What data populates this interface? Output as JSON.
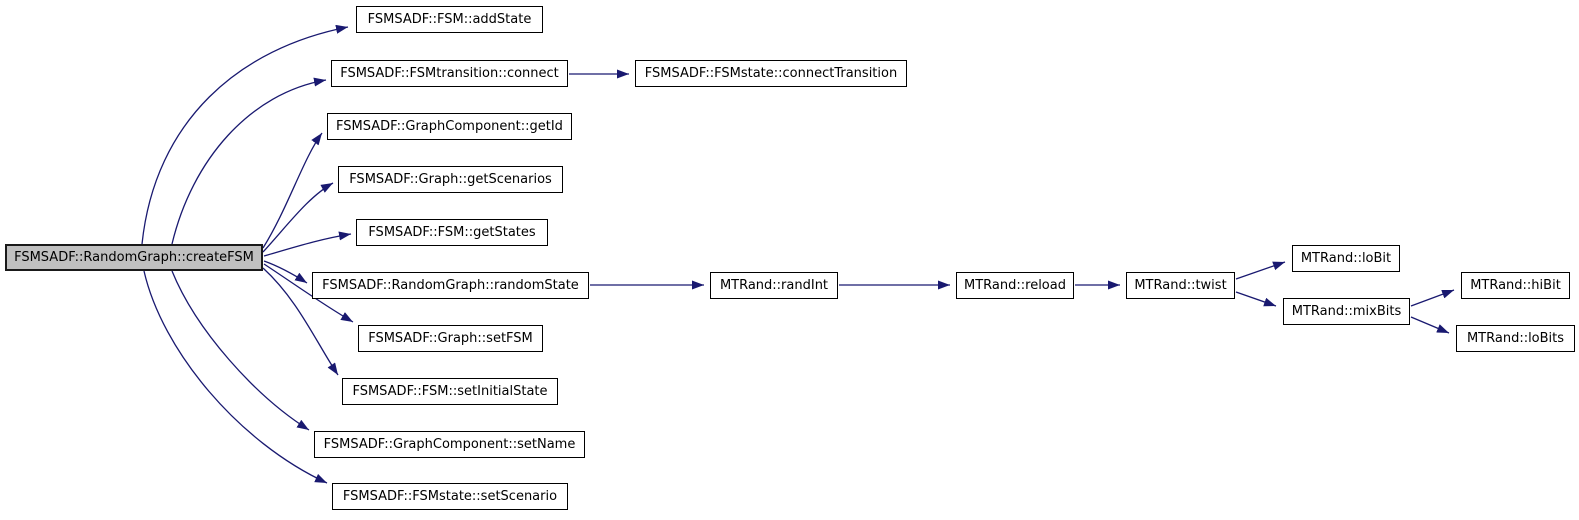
{
  "diagram": {
    "type": "call-graph",
    "colors": {
      "background": "#ffffff",
      "edge": "#191970",
      "node_border": "#000000",
      "node_fill": "#ffffff",
      "focus_node_fill": "#c0c0c0",
      "text": "#000000"
    },
    "nodes": {
      "createFSM": {
        "label": "FSMSADF::RandomGraph::createFSM",
        "focused": true
      },
      "addState": {
        "label": "FSMSADF::FSM::addState"
      },
      "connect": {
        "label": "FSMSADF::FSMtransition::connect"
      },
      "connectTransition": {
        "label": "FSMSADF::FSMstate::connectTransition"
      },
      "getId": {
        "label": "FSMSADF::GraphComponent::getId"
      },
      "getScenarios": {
        "label": "FSMSADF::Graph::getScenarios"
      },
      "getStates": {
        "label": "FSMSADF::FSM::getStates"
      },
      "randomState": {
        "label": "FSMSADF::RandomGraph::randomState"
      },
      "setFSM": {
        "label": "FSMSADF::Graph::setFSM"
      },
      "setInitialState": {
        "label": "FSMSADF::FSM::setInitialState"
      },
      "setName": {
        "label": "FSMSADF::GraphComponent::setName"
      },
      "setScenario": {
        "label": "FSMSADF::FSMstate::setScenario"
      },
      "randInt": {
        "label": "MTRand::randInt"
      },
      "reload": {
        "label": "MTRand::reload"
      },
      "twist": {
        "label": "MTRand::twist"
      },
      "loBit": {
        "label": "MTRand::loBit"
      },
      "mixBits": {
        "label": "MTRand::mixBits"
      },
      "hiBit": {
        "label": "MTRand::hiBit"
      },
      "loBits": {
        "label": "MTRand::loBits"
      }
    },
    "edges": [
      {
        "from": "createFSM",
        "to": "addState"
      },
      {
        "from": "createFSM",
        "to": "connect"
      },
      {
        "from": "createFSM",
        "to": "getId"
      },
      {
        "from": "createFSM",
        "to": "getScenarios"
      },
      {
        "from": "createFSM",
        "to": "getStates"
      },
      {
        "from": "createFSM",
        "to": "randomState"
      },
      {
        "from": "createFSM",
        "to": "setFSM"
      },
      {
        "from": "createFSM",
        "to": "setInitialState"
      },
      {
        "from": "createFSM",
        "to": "setName"
      },
      {
        "from": "createFSM",
        "to": "setScenario"
      },
      {
        "from": "connect",
        "to": "connectTransition"
      },
      {
        "from": "randomState",
        "to": "randInt"
      },
      {
        "from": "randInt",
        "to": "reload"
      },
      {
        "from": "reload",
        "to": "twist"
      },
      {
        "from": "twist",
        "to": "loBit"
      },
      {
        "from": "twist",
        "to": "mixBits"
      },
      {
        "from": "mixBits",
        "to": "hiBit"
      },
      {
        "from": "mixBits",
        "to": "loBits"
      }
    ]
  }
}
